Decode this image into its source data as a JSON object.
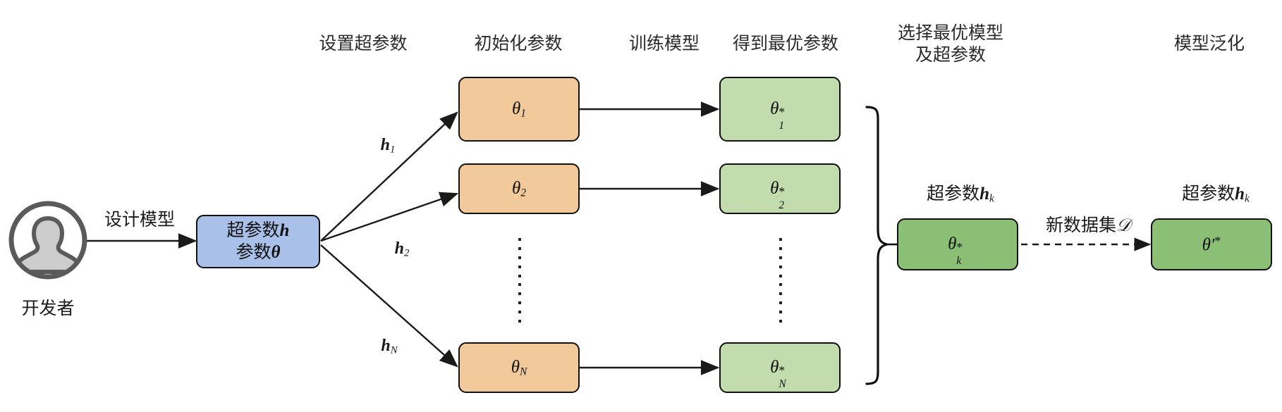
{
  "diagram": {
    "title_headers": [
      {
        "id": "set-hyperparams",
        "text": "设置超参数"
      },
      {
        "id": "init-params",
        "text": "初始化参数"
      },
      {
        "id": "train-model",
        "text": "训练模型"
      },
      {
        "id": "get-best-params",
        "text": "得到最优参数"
      },
      {
        "id": "select-best-model",
        "text": "选择最优模型\n及超参数"
      },
      {
        "id": "model-generalize",
        "text": "模型泛化"
      }
    ],
    "actor": {
      "label": "开发者",
      "icon": "user-avatar-icon"
    },
    "design_arrow_label": "设计模型",
    "model_box": {
      "line1_prefix": "超参数",
      "line1_symbol": "h",
      "line2_prefix": "参数",
      "line2_symbol": "θ"
    },
    "branch_labels": [
      {
        "symbol": "h",
        "subscript": "1"
      },
      {
        "symbol": "h",
        "subscript": "2"
      },
      {
        "symbol": "h",
        "subscript": "N"
      }
    ],
    "init_boxes": [
      {
        "symbol": "θ",
        "subscript": "1"
      },
      {
        "symbol": "θ",
        "subscript": "2"
      },
      {
        "symbol": "θ",
        "subscript": "N"
      }
    ],
    "optimal_boxes": [
      {
        "symbol": "θ",
        "subscript": "1",
        "superscript": "*"
      },
      {
        "symbol": "θ",
        "subscript": "2",
        "superscript": "*"
      },
      {
        "symbol": "θ",
        "subscript": "N",
        "superscript": "*"
      }
    ],
    "selected": {
      "caption_prefix": "超参数",
      "caption_symbol": "h",
      "caption_subscript": "k",
      "box": {
        "symbol": "θ",
        "subscript": "k",
        "superscript": "*"
      }
    },
    "transfer_arrow_label": {
      "prefix": "新数据集",
      "symbol": "𝒟"
    },
    "generalized": {
      "caption_prefix": "超参数",
      "caption_symbol": "h",
      "caption_subscript": "k",
      "box": {
        "symbol": "θ′",
        "superscript": "*"
      }
    },
    "ellipsis_dots": 10
  },
  "colors": {
    "blue_box": "#a9c0e8",
    "orange_box": "#f2c99a",
    "light_green_box": "#c2dcae",
    "dark_green_box": "#8cbf76",
    "stroke": "#111111",
    "avatar_gray": "#cccccc",
    "avatar_ring": "#5a5a5a",
    "background": "#ffffff"
  }
}
